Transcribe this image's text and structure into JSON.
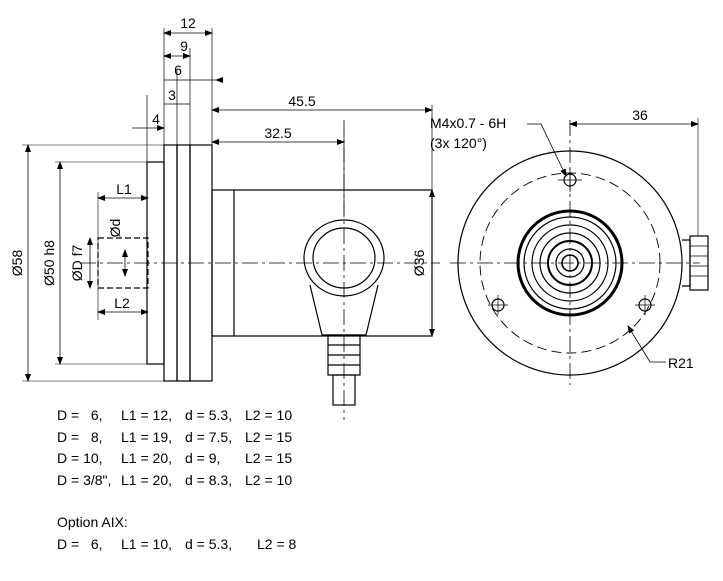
{
  "side_view": {
    "dims": {
      "d12": "12",
      "d9": "9",
      "d6": "6",
      "d3": "3",
      "d4": "4",
      "d45_5": "45.5",
      "d32_5": "32.5",
      "L1": "L1",
      "L2": "L2",
      "dia58": "Ø58",
      "dia50": "Ø50 h8",
      "diaD": "ØD f7",
      "diad": "Ød",
      "dia36": "Ø36"
    }
  },
  "front_view": {
    "thread_note_line1": "M4x0.7 - 6H",
    "thread_note_line2": "(3x 120°)",
    "dim36": "36",
    "radius": "R21"
  },
  "specs": [
    {
      "D": "D =   6,",
      "L1": "L1 = 12,",
      "d": "d = 5.3,",
      "L2": "L2 = 10"
    },
    {
      "D": "D =   8,",
      "L1": "L1 = 19,",
      "d": "d = 7.5,",
      "L2": "L2 = 15"
    },
    {
      "D": "D = 10,",
      "L1": "L1 = 20,",
      "d": "d = 9,",
      "L2": "L2 = 15"
    },
    {
      "D": "D = 3/8\",",
      "L1": "L1 = 20,",
      "d": "d = 8.3,",
      "L2": "L2 = 10"
    }
  ],
  "option": {
    "title": "Option AIX:",
    "row": {
      "D": "D =   6,",
      "L1": "L1 = 10,",
      "d": "d = 5.3,",
      "L2": "L2 = 8"
    }
  }
}
